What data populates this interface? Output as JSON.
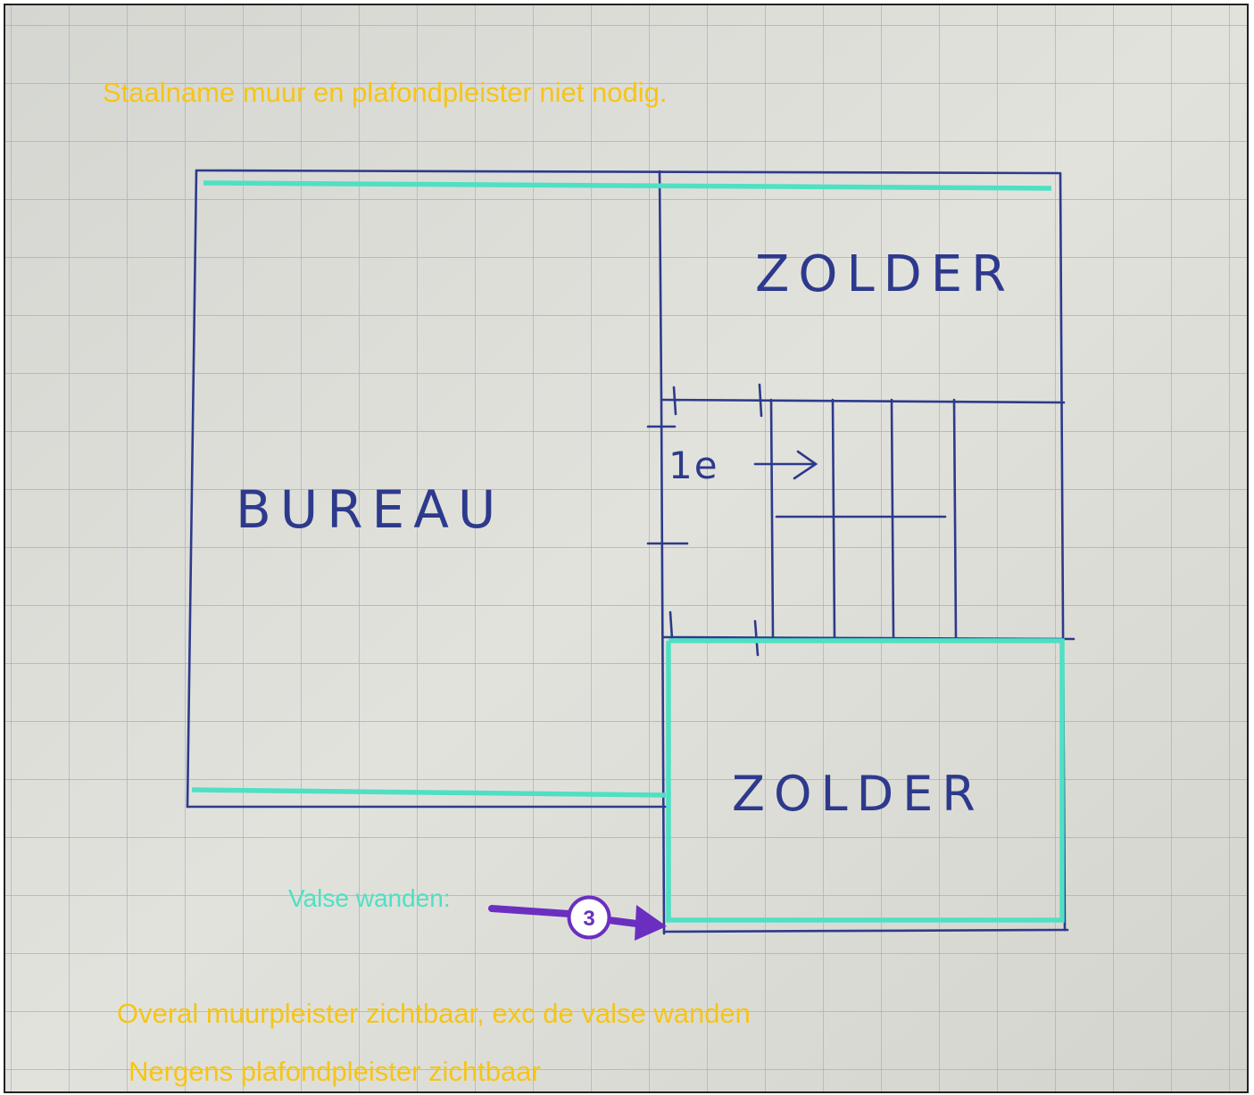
{
  "rooms": {
    "bureau": "BUREAU",
    "zolder_top": "ZOLDER",
    "zolder_bottom": "ZOLDER"
  },
  "sample_label": "1e",
  "notes": {
    "top": "Staalname muur en plafondpleister niet nodig.",
    "false_walls": "Valse wanden:",
    "bottom_1": "Overal muurpleister zichtbaar, exc de valse wanden",
    "bottom_2": "Nergens plafondpleister zichtbaar"
  },
  "badge": {
    "number": "3"
  },
  "colors": {
    "paper": "#dcdcd6",
    "grid": "#9db4c2",
    "ink": "#2d3a8c",
    "highlight": "#4fe0c4",
    "note_yellow": "#f5c518",
    "arrow_purple": "#6a2fc0"
  }
}
